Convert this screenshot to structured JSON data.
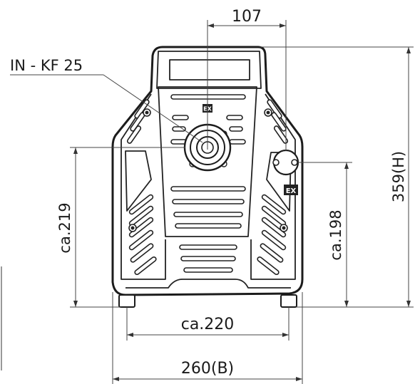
{
  "labels": {
    "top_width": "107",
    "inlet": "IN - KF 25",
    "left_height": "ca.219",
    "right_height": "ca.198",
    "total_height": "359(H)",
    "foot_width": "ca.220",
    "total_width": "260(B)",
    "badge_front": "EX",
    "badge_side": "EX"
  }
}
